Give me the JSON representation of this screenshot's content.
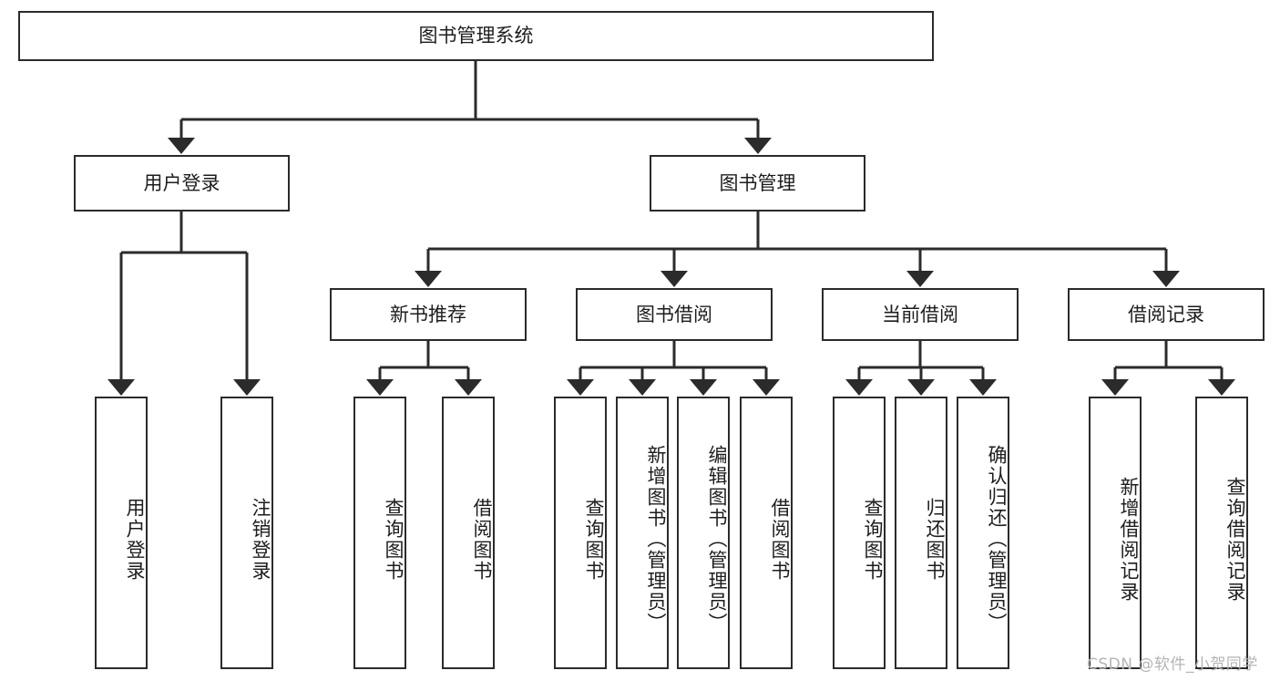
{
  "diagram": {
    "title": "图书管理系统",
    "type": "tree-hierarchy",
    "orientation": "top-down",
    "colors": {
      "box_border": "#2b2b2b",
      "box_fill": "#ffffff",
      "connector": "#2b2b2b",
      "text": "#1d1d1d",
      "watermark": "#b4b4b4",
      "background": "#ffffff"
    },
    "root": {
      "label": "图书管理系统"
    },
    "level2": [
      {
        "label": "用户登录"
      },
      {
        "label": "图书管理"
      }
    ],
    "level3": [
      {
        "label": "新书推荐"
      },
      {
        "label": "图书借阅"
      },
      {
        "label": "当前借阅"
      },
      {
        "label": "借阅记录"
      }
    ],
    "leaves": {
      "user_login": [
        {
          "label": "用户登录"
        },
        {
          "label": "注销登录"
        }
      ],
      "new_book_recommend": [
        {
          "label": "查询图书"
        },
        {
          "label": "借阅图书"
        }
      ],
      "book_borrow": [
        {
          "label": "查询图书"
        },
        {
          "label": "新增图书（管理员）"
        },
        {
          "label": "编辑图书（管理员）"
        },
        {
          "label": "借阅图书"
        }
      ],
      "current_borrow": [
        {
          "label": "查询图书"
        },
        {
          "label": "归还图书"
        },
        {
          "label": "确认归还（管理员）"
        }
      ],
      "borrow_records": [
        {
          "label": "新增借阅记录"
        },
        {
          "label": "查询借阅记录"
        }
      ]
    }
  },
  "watermark": {
    "text": "CSDN @软件_小贺同学"
  }
}
